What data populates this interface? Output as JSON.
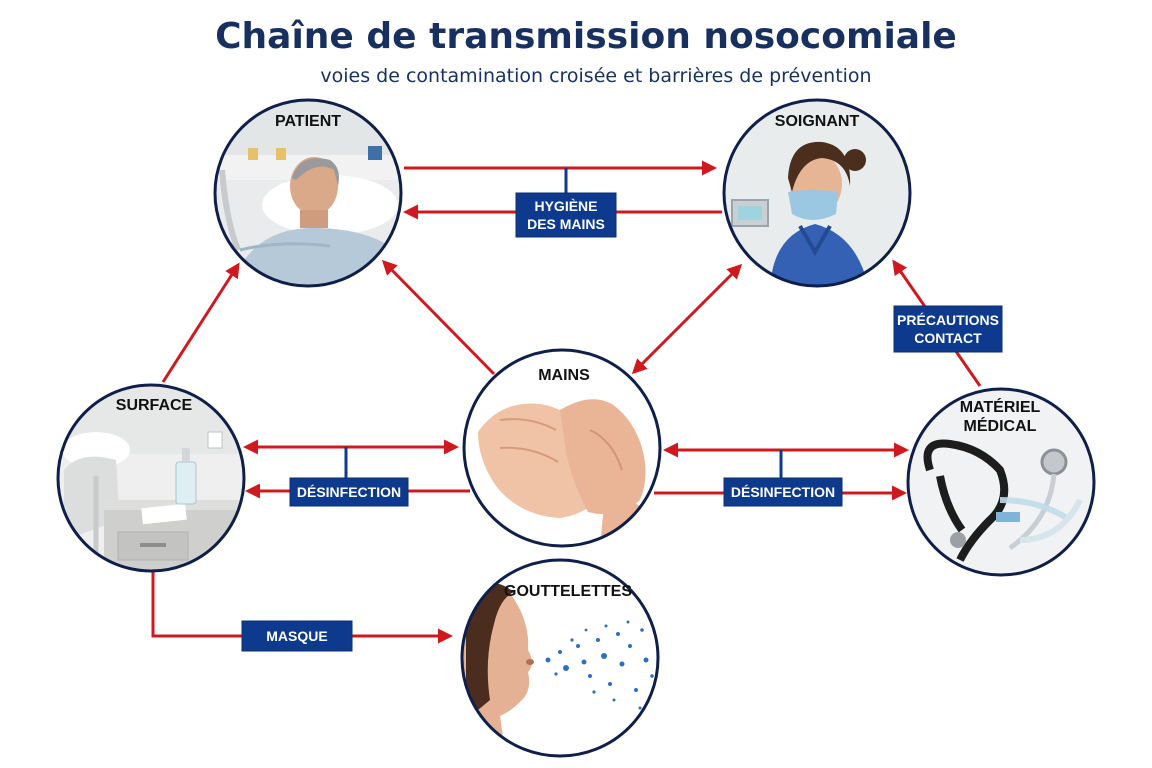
{
  "title": "Chaîne de transmission nosocomiale",
  "subtitle": "voies de contamination croisée et barrières de prévention",
  "nodes": {
    "patient": "PATIENT",
    "soignant": "SOIGNANT",
    "mains": "MAINS",
    "surface": "SURFACE",
    "materiel": [
      "MATÉRIEL",
      "MÉDICAL"
    ],
    "gouttelettes": "GOUTTELETTES"
  },
  "barriers": {
    "hygiene": [
      "HYGIÈNE",
      "DES MAINS"
    ],
    "precautions": [
      "PRÉCAUTIONS",
      "CONTACT"
    ],
    "desinfection_left": "DÉSINFECTION",
    "desinfection_right": "DÉSINFECTION",
    "masque": "MASQUE"
  },
  "colors": {
    "arrow": "#d0191f",
    "barrier": "#0d3a8c",
    "title": "#17305f",
    "ring": "#0f1f4a"
  }
}
